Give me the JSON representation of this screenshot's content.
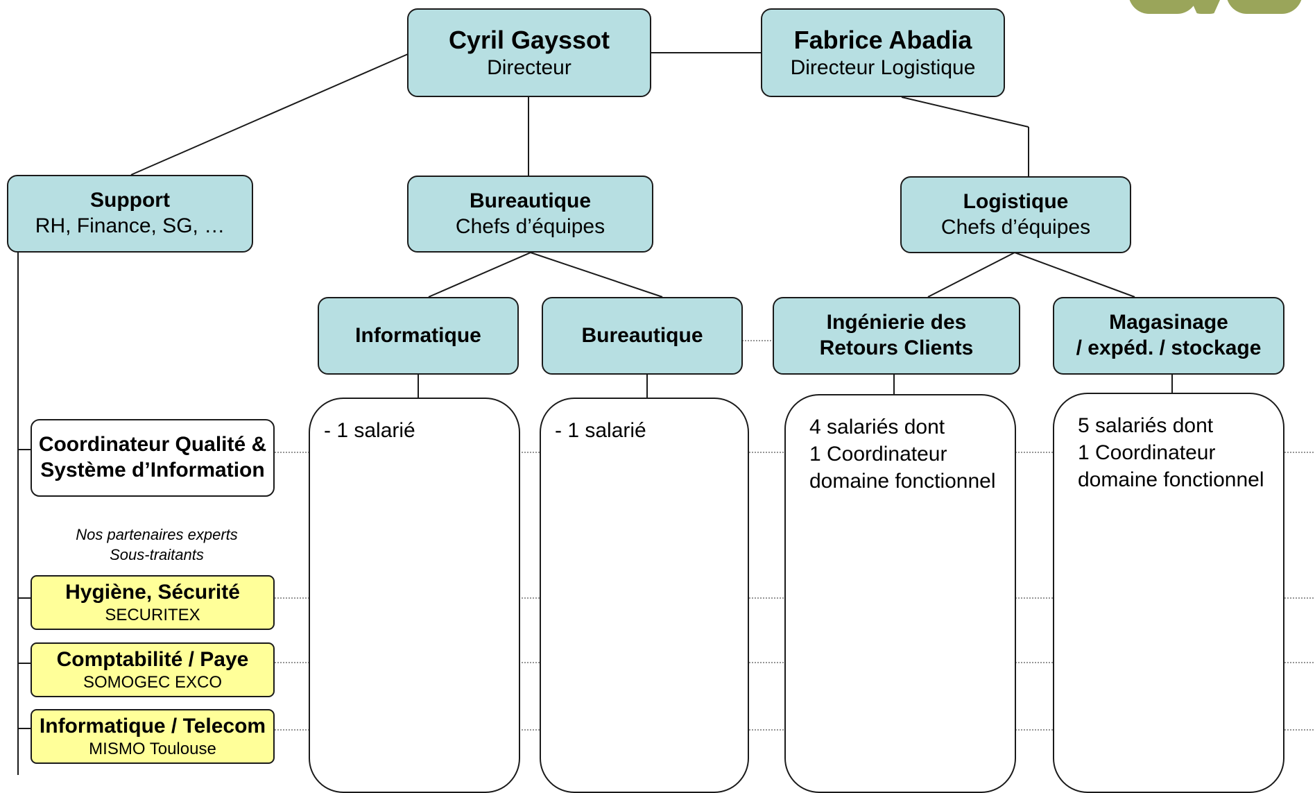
{
  "directors": {
    "director": {
      "name": "Cyril Gayssot",
      "title": "Directeur"
    },
    "logistics_director": {
      "name": "Fabrice Abadia",
      "title": "Directeur Logistique"
    }
  },
  "departments": {
    "support": {
      "name": "Support",
      "detail": "RH, Finance, SG, …"
    },
    "bureautique": {
      "name": "Bureautique",
      "detail": "Chefs d’équipes"
    },
    "logistique": {
      "name": "Logistique",
      "detail": "Chefs d’équipes"
    }
  },
  "teams": {
    "informatique": {
      "name": "Informatique",
      "staff": [
        "- 1 salarié"
      ]
    },
    "bureautique": {
      "name": "Bureautique",
      "staff": [
        "- 1 salarié"
      ]
    },
    "retours": {
      "name_line1": "Ingénierie des",
      "name_line2": "Retours Clients",
      "staff": [
        "4 salariés dont",
        "1 Coordinateur",
        "domaine fonctionnel"
      ]
    },
    "magasinage": {
      "name_line1": "Magasinage",
      "name_line2": "/ expéd. / stockage",
      "staff": [
        "5 salariés dont",
        "1 Coordinateur",
        "domaine fonctionnel"
      ]
    }
  },
  "coordinator": {
    "line1": "Coordinateur Qualité &",
    "line2": "Système d’Information"
  },
  "partners_note": {
    "line1": "Nos partenaires experts",
    "line2": "Sous-traitants"
  },
  "partners": [
    {
      "domain": "Hygiène, Sécurité",
      "company": "SECURITEX"
    },
    {
      "domain": "Comptabilité / Paye",
      "company": "SOMOGEC EXCO"
    },
    {
      "domain": "Informatique / Telecom",
      "company": "MISMO Toulouse"
    }
  ],
  "colors": {
    "box_fill": "#b7dfe2",
    "partner_fill": "#ffff99",
    "logo": "#9aa55a"
  }
}
